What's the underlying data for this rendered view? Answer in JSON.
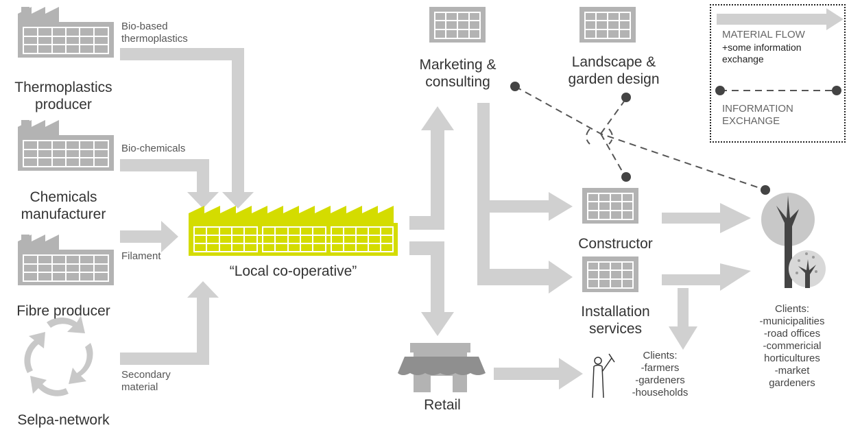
{
  "sources": {
    "thermoplastics": "Thermoplastics producer",
    "chemicals": "Chemicals manufacturer",
    "fibre": "Fibre producer",
    "selpa": "Selpa-network"
  },
  "flows_in": {
    "biobased": "Bio-based thermoplastics",
    "biochemicals": "Bio-chemicals",
    "filament": "Filament",
    "secondary": "Secondary material"
  },
  "hub": {
    "label": "“Local co-operative”",
    "color": "#d4dc00"
  },
  "nodes": {
    "marketing": "Marketing & consulting",
    "landscape": "Landscape & garden design",
    "constructor": "Constructor",
    "installation": "Installation services",
    "retail": "Retail"
  },
  "clients_small": {
    "title": "Clients:",
    "items": [
      "-farmers",
      "-gardeners",
      "-households"
    ]
  },
  "clients_large": {
    "title": "Clients:",
    "items": [
      "-municipalities",
      "-road offices",
      "-commericial",
      "horticultures",
      "-market",
      "gardeners"
    ]
  },
  "legend": {
    "material_flow": "MATERIAL FLOW",
    "material_flow_note": "+some information exchange",
    "information_exchange": "INFORMATION EXCHANGE"
  },
  "colors": {
    "flow_gray": "#d0d0d0",
    "icon_gray": "#b3b3b3",
    "dash": "#555555",
    "hub_yellow": "#d4dc00"
  }
}
